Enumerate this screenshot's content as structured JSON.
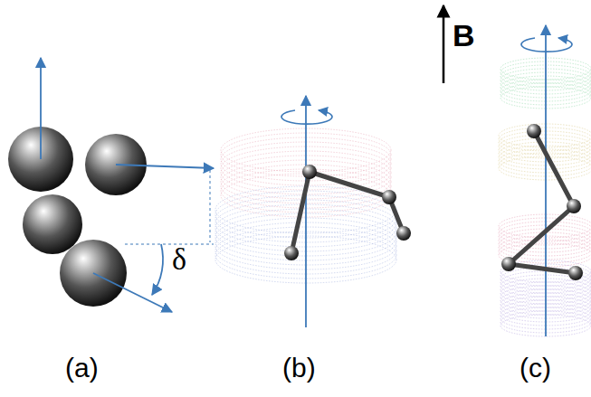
{
  "diagram": {
    "labels": [
      "B",
      "δ",
      "(a)",
      "(b)",
      "(c)"
    ]
  }
}
